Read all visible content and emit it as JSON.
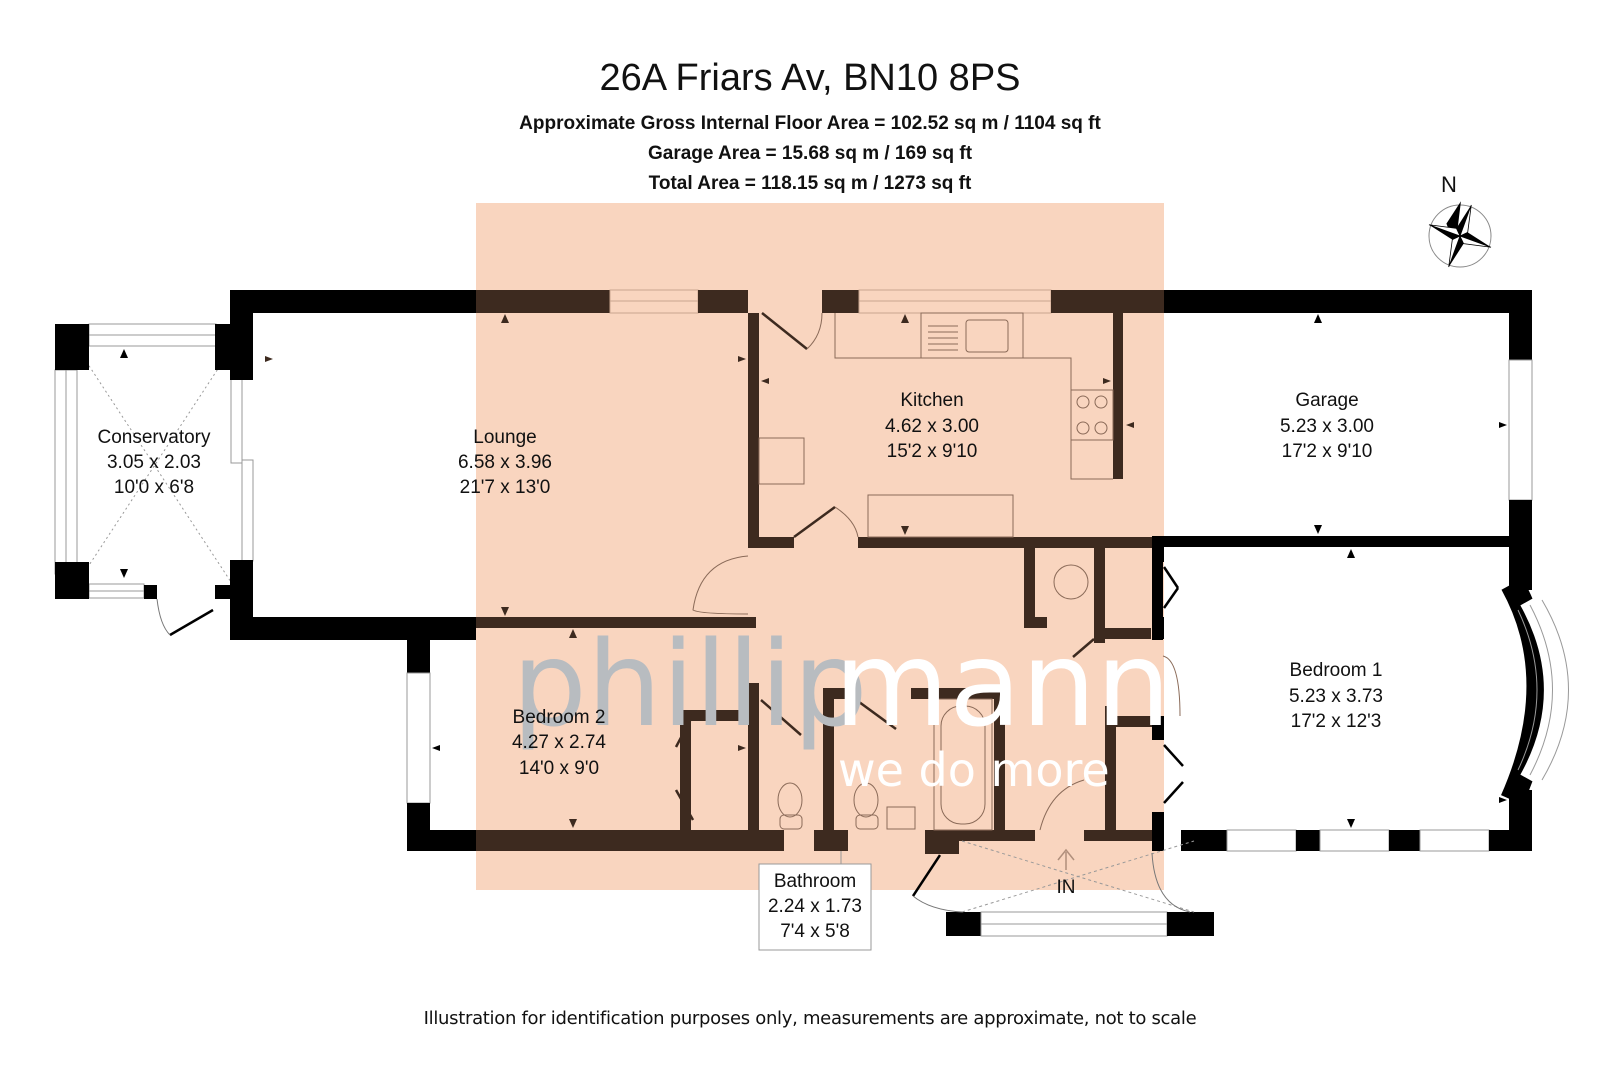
{
  "header": {
    "title": "26A Friars Av, BN10 8PS",
    "gross_internal_area": "Approximate Gross Internal Floor Area = 102.52 sq m / 1104 sq ft",
    "garage_area": "Garage Area = 15.68 sq m / 169 sq ft",
    "total_area": "Total Area = 118.15 sq m / 1273 sq ft"
  },
  "compass": {
    "label": "N"
  },
  "rooms": {
    "conservatory": {
      "name": "Conservatory",
      "metric": "3.05 x 2.03",
      "imperial": "10'0 x 6'8"
    },
    "lounge": {
      "name": "Lounge",
      "metric": "6.58 x 3.96",
      "imperial": "21'7 x 13'0"
    },
    "kitchen": {
      "name": "Kitchen",
      "metric": "4.62 x 3.00",
      "imperial": "15'2 x 9'10"
    },
    "garage": {
      "name": "Garage",
      "metric": "5.23 x 3.00",
      "imperial": "17'2 x 9'10"
    },
    "bedroom1": {
      "name": "Bedroom 1",
      "metric": "5.23 x 3.73",
      "imperial": "17'2 x 12'3"
    },
    "bedroom2": {
      "name": "Bedroom 2",
      "metric": "4.27 x 2.74",
      "imperial": "14'0 x 9'0"
    },
    "bathroom": {
      "name": "Bathroom",
      "metric": "2.24 x 1.73",
      "imperial": "7'4 x 5'8"
    }
  },
  "entrance": {
    "label": "IN"
  },
  "watermark": {
    "brand_part1": "phillip",
    "brand_part2": "mann",
    "tagline": "we do more"
  },
  "footer": {
    "disclaimer": "Illustration for identification purposes only, measurements are approximate, not to scale"
  },
  "colors": {
    "highlight": "#f9d5bf",
    "wall": "#000000",
    "wall_on_highlight": "#3d2a1f",
    "watermark_grey": "#b8bcc0"
  }
}
